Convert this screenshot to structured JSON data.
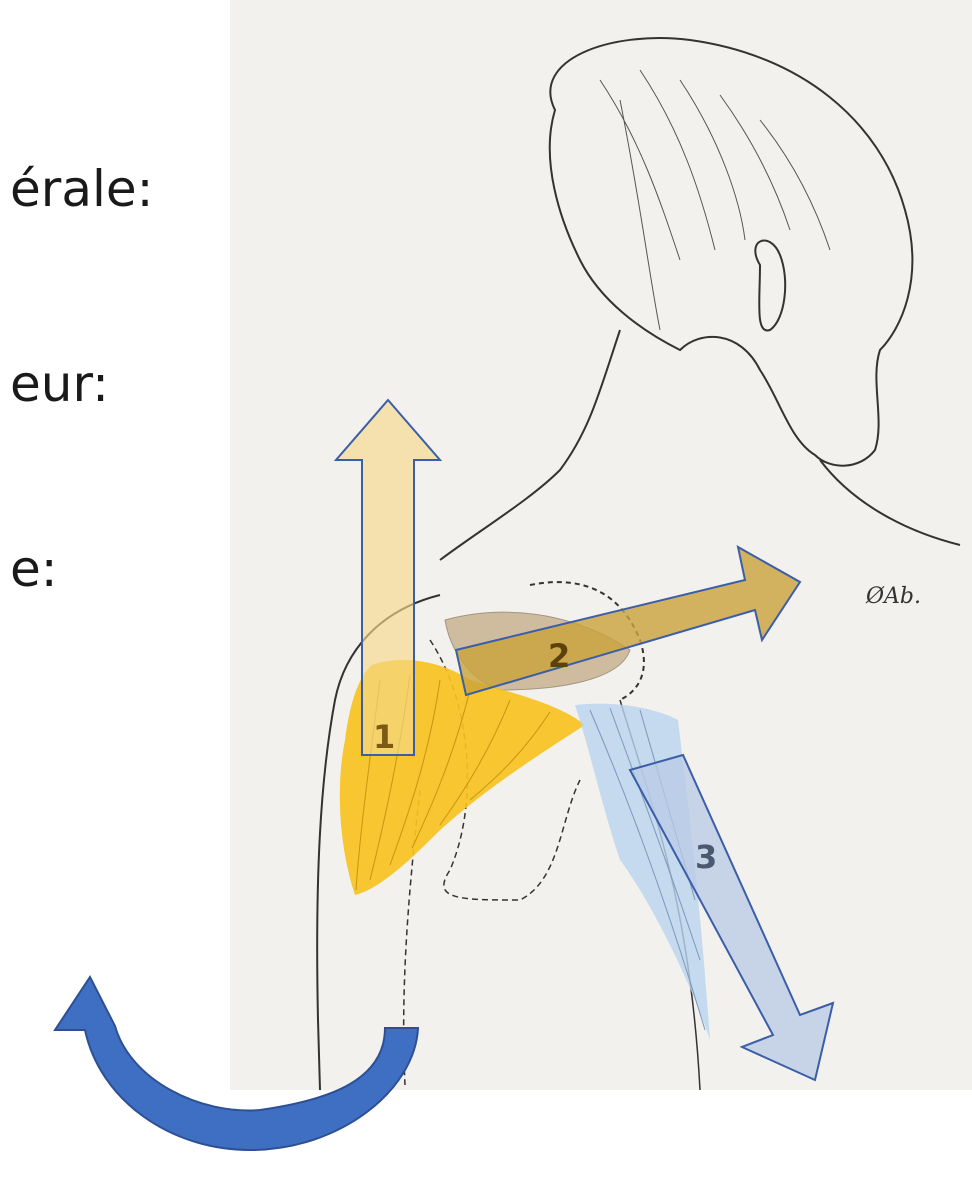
{
  "text_lines": {
    "line1": "érale:",
    "line2": "eur:",
    "line3": "e:"
  },
  "arrows": [
    {
      "number": "1",
      "color": "#f5d98a",
      "stroke": "#3a5ea8"
    },
    {
      "number": "2",
      "color": "#c9a23a",
      "stroke": "#3a5ea8"
    },
    {
      "number": "3",
      "color": "#b8c9e6",
      "stroke": "#3a5ea8"
    }
  ],
  "curved_arrow": {
    "color": "#3f6fc2",
    "dark": "#2d4f93"
  },
  "muscles": {
    "deltoid_color": "#f7c21f",
    "supraspinatus_color": "#b89a6a",
    "pectoral_color": "#b9d4ee"
  },
  "signature": "ØAb."
}
